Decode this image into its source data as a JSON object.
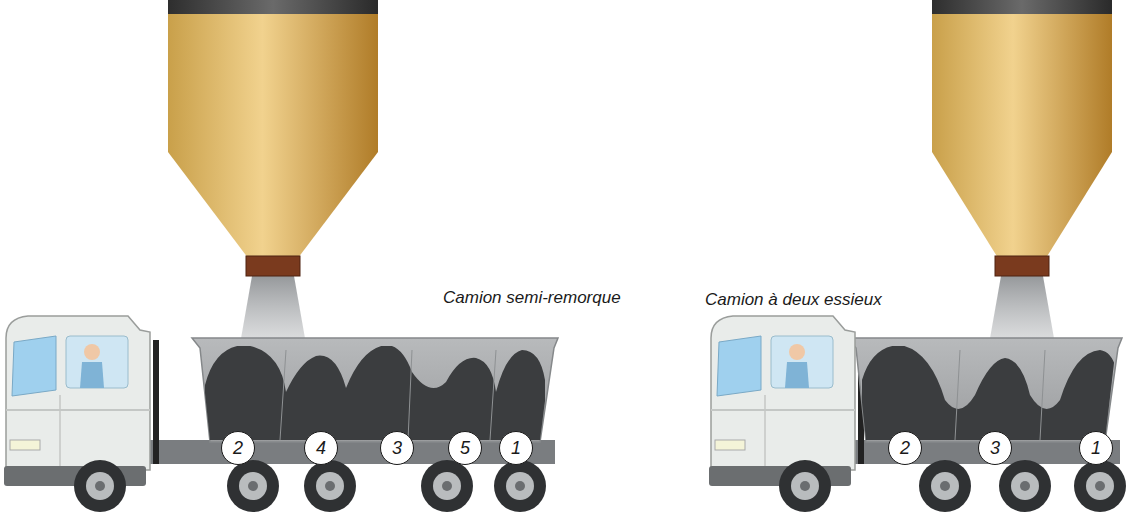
{
  "diagram": {
    "nodes": [
      {
        "text": [
          "2"
        ]
      },
      {
        "text": [
          "4"
        ]
      },
      {
        "text": [
          "3"
        ]
      },
      {
        "text": [
          "5"
        ]
      },
      {
        "text": [
          "1"
        ]
      },
      {
        "text": [
          "2"
        ]
      },
      {
        "text": [
          "3"
        ]
      },
      {
        "text": [
          "1"
        ]
      }
    ],
    "labels": [
      "Camion semi-remorque",
      "Camion à deux essieux"
    ]
  }
}
